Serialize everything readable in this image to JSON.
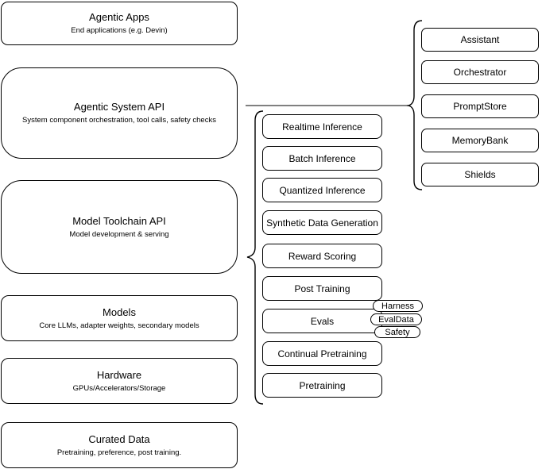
{
  "diagram": {
    "left_stack": [
      {
        "title": "Agentic Apps",
        "subtitle": "End applications (e.g. Devin)"
      },
      {
        "title": "Agentic System API",
        "subtitle": "System component orchestration, tool calls, safety checks"
      },
      {
        "title": "Model Toolchain API",
        "subtitle": "Model development & serving"
      },
      {
        "title": "Models",
        "subtitle": "Core LLMs, adapter weights, secondary models"
      },
      {
        "title": "Hardware",
        "subtitle": "GPUs/Accelerators/Storage"
      },
      {
        "title": "Curated Data",
        "subtitle": "Pretraining, preference, post training."
      }
    ],
    "toolchain_services": [
      "Realtime Inference",
      "Batch Inference",
      "Quantized Inference",
      "Synthetic Data Generation",
      "Reward Scoring",
      "Post Training",
      "Evals",
      "Continual Pretraining",
      "Pretraining"
    ],
    "eval_tags": [
      "Harness",
      "EvalData",
      "Safety"
    ],
    "system_components": [
      "Assistant",
      "Orchestrator",
      "PromptStore",
      "MemoryBank",
      "Shields"
    ],
    "colors": {
      "stroke": "#000000",
      "connector": "#808080",
      "fill": "#ffffff"
    }
  }
}
